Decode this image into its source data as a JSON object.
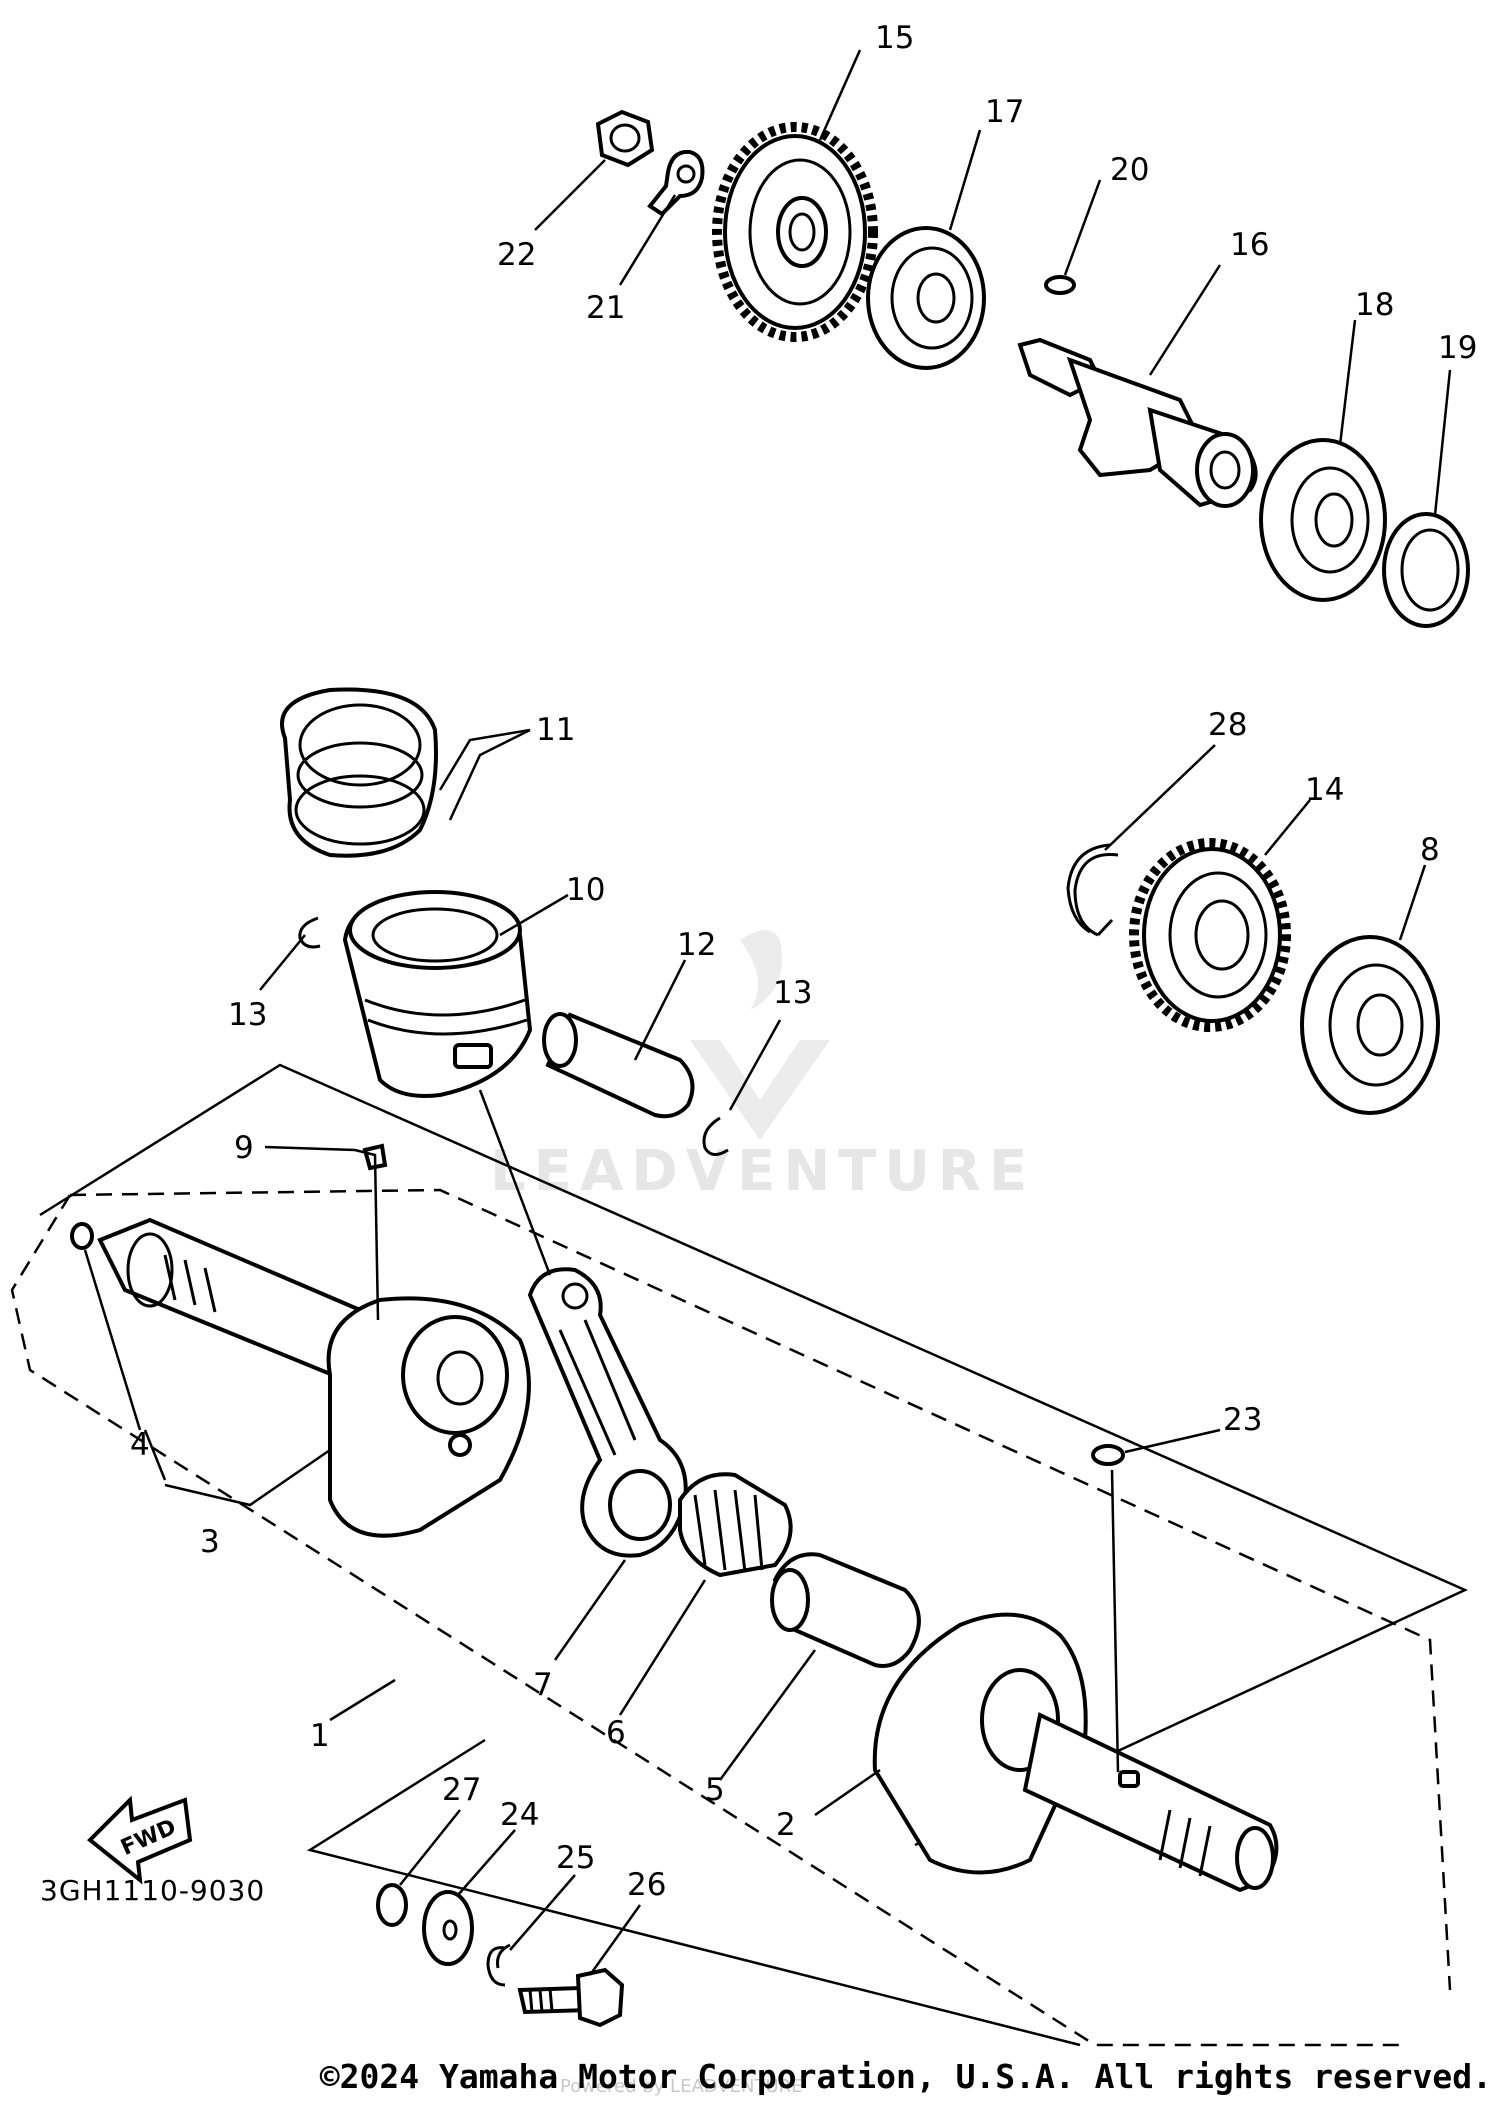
{
  "diagram": {
    "figure_code": "3GH1110-9030",
    "fwd_label": "FWD",
    "watermark": "LEADVENTURE",
    "watermark_sub": "Powered by LEADVENTURE",
    "copyright": "©2024 Yamaha Motor Corporation, U.S.A. All rights reserved.",
    "callouts": {
      "c1": "1",
      "c2": "2",
      "c3": "3",
      "c4": "4",
      "c5": "5",
      "c6": "6",
      "c7": "7",
      "c8": "8",
      "c9": "9",
      "c10": "10",
      "c11": "11",
      "c12": "12",
      "c13a": "13",
      "c13b": "13",
      "c14": "14",
      "c15": "15",
      "c16": "16",
      "c17": "17",
      "c18": "18",
      "c19": "19",
      "c20": "20",
      "c21": "21",
      "c22": "22",
      "c23": "23",
      "c24": "24",
      "c25": "25",
      "c26": "26",
      "c27": "27",
      "c28": "28"
    }
  }
}
